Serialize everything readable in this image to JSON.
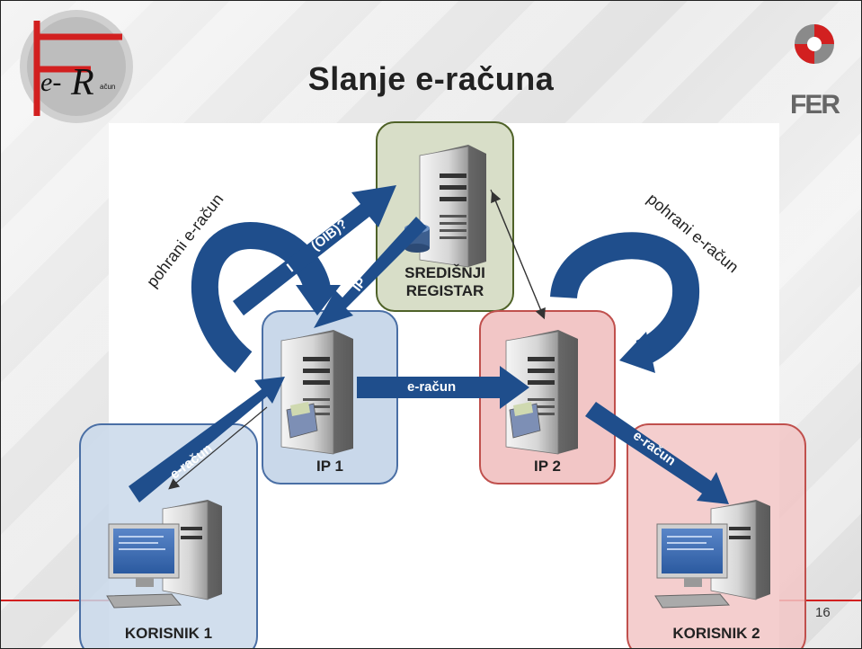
{
  "title": "Slanje e-računa",
  "logo_left_text": "e-R",
  "logo_right_text": "FER",
  "page_number": "16",
  "nodes": {
    "registar_line1": "SREDIŠNJI",
    "registar_line2": "REGISTAR",
    "ip1": "IP 1",
    "ip2": "IP 2",
    "korisnik1": "KORISNIK 1",
    "korisnik2": "KORISNIK 2"
  },
  "arrows": {
    "query": "(OIB)?",
    "query_prefix": "I",
    "ip_reply": "IP",
    "ip1_to_ip2": "e-račun",
    "k1_to_ip1": "e-račun",
    "ip2_to_k2": "e-račun"
  },
  "loops": {
    "left": "pohrani e-račun",
    "right": "pohrani e-račun"
  },
  "colors": {
    "arrow": "#1f4e8c",
    "blue_box_fill": "#c9d8ea",
    "blue_box_stroke": "#4a6fa5",
    "red_box_fill": "#f2c6c6",
    "red_box_stroke": "#c0504d",
    "green_box_fill": "#d8dec8",
    "green_box_stroke": "#4f6228",
    "accent_red": "#d22020"
  }
}
